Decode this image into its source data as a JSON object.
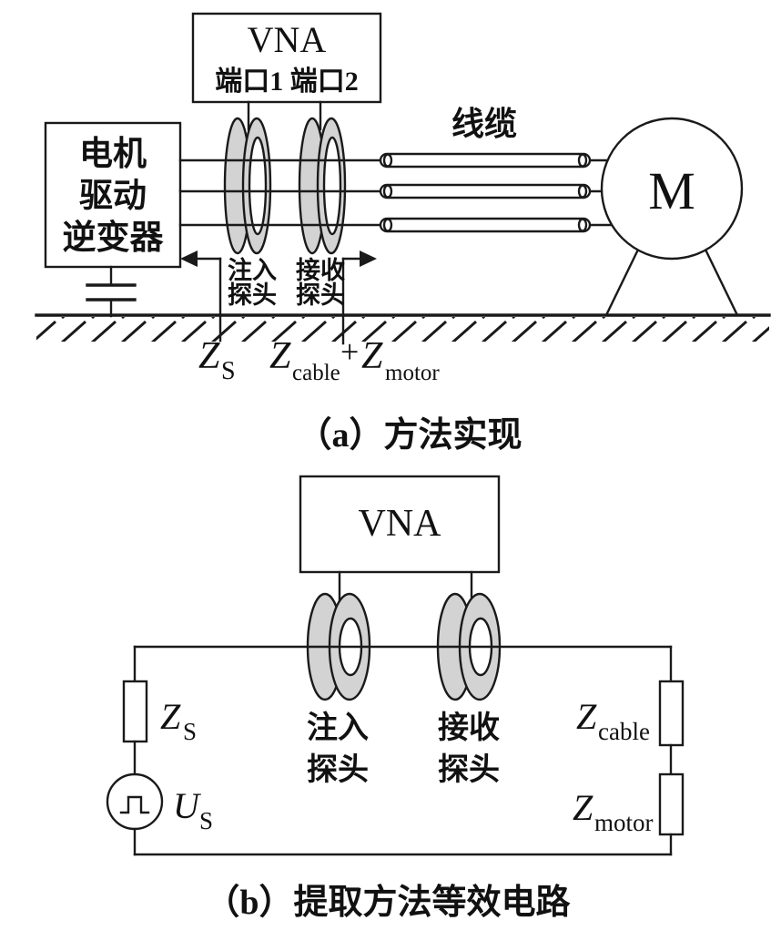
{
  "part_a": {
    "vna": {
      "title": "VNA",
      "ports": "端口1 端口2"
    },
    "inverter_lines": [
      "电机",
      "驱动",
      "逆变器"
    ],
    "cable_label": "线缆",
    "motor_label": "M",
    "probe_injection": {
      "line1": "注入",
      "line2": "探头"
    },
    "probe_receive": {
      "line1": "接收",
      "line2": "探头"
    },
    "impedance_source": {
      "base": "Z",
      "sub": "S"
    },
    "impedance_sum": {
      "z1": "Z",
      "sub1": "cable",
      "plus": "+",
      "z2": "Z",
      "sub2": "motor"
    },
    "caption": "（a）方法实现"
  },
  "part_b": {
    "vna": {
      "title": "VNA"
    },
    "probe_injection": {
      "line1": "注入",
      "line2": "探头"
    },
    "probe_receive": {
      "line1": "接收",
      "line2": "探头"
    },
    "impedance_source": {
      "base": "Z",
      "sub": "S"
    },
    "voltage_source": {
      "base": "U",
      "sub": "S"
    },
    "impedance_cable": {
      "base": "Z",
      "sub": "cable"
    },
    "impedance_motor": {
      "base": "Z",
      "sub": "motor"
    },
    "caption": "（b）提取方法等效电路"
  },
  "colors": {
    "line": "#1a1a1a",
    "probe_fill": "#d3d3d3",
    "background": "#ffffff"
  }
}
